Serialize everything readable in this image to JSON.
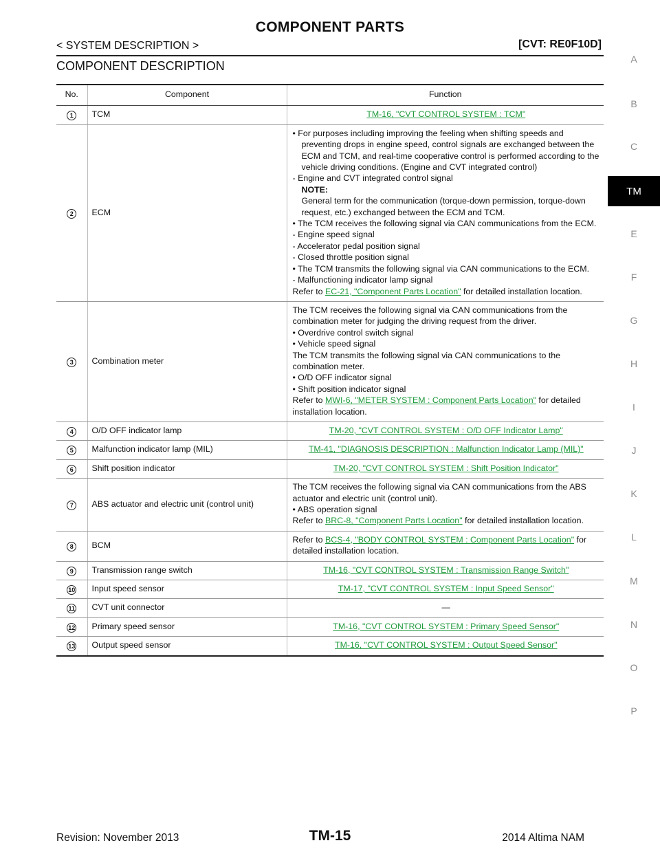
{
  "header": {
    "title": "COMPONENT PARTS",
    "section_path": "< SYSTEM DESCRIPTION >",
    "model": "[CVT: RE0F10D]"
  },
  "section_title": "COMPONENT DESCRIPTION",
  "side_index": {
    "letters": [
      "A",
      "B",
      "C",
      "TM",
      "E",
      "F",
      "G",
      "H",
      "I",
      "J",
      "K",
      "L",
      "M",
      "N",
      "O",
      "P"
    ],
    "active": "TM"
  },
  "table": {
    "headers": [
      "No.",
      "Component",
      "Function"
    ],
    "rows": [
      {
        "no": "1",
        "component": "TCM",
        "func_link": "TM-16, \"CVT CONTROL SYSTEM : TCM\""
      },
      {
        "no": "2",
        "component": "ECM",
        "lines": [
          "• For purposes including improving the feeling when shifting speeds and preventing drops in engine speed, control signals are exchanged between the ECM and TCM, and real-time cooperative control is performed according to the vehicle driving conditions. (Engine and CVT integrated control)",
          "- Engine and CVT integrated control signal",
          "NOTE:",
          "General term for the communication (torque-down permission, torque-down request, etc.) exchanged between the ECM and TCM.",
          "• The TCM receives the following signal via CAN communications from the ECM.",
          "- Engine speed signal",
          "- Accelerator pedal position signal",
          "- Closed throttle position signal",
          "• The TCM transmits the following signal via CAN communications to the ECM.",
          "- Malfunctioning indicator lamp signal"
        ],
        "refer_prefix": "Refer to ",
        "refer_link": "EC-21, \"Component  Parts  Location\"",
        "refer_suffix": " for detailed installation location."
      },
      {
        "no": "3",
        "component": "Combination meter",
        "lines": [
          "The TCM receives the following signal via CAN communications from the combination meter for judging the driving request from the driver.",
          "• Overdrive control switch signal",
          "• Vehicle speed signal",
          "The TCM transmits the following signal via CAN communications to the combination meter.",
          "• O/D OFF indicator signal",
          "• Shift position indicator signal"
        ],
        "refer_prefix": "Refer to ",
        "refer_link": "MWI-6, \"METER SYSTEM : Component Parts Location\"",
        "refer_suffix": "  for detailed installation location."
      },
      {
        "no": "4",
        "component": "O/D OFF indicator lamp",
        "func_link": "TM-20, \"CVT CONTROL SYSTEM : O/D OFF Indicator Lamp\""
      },
      {
        "no": "5",
        "component": "Malfunction indicator lamp (MIL)",
        "func_link": "TM-41, \"DIAGNOSIS DESCRIPTION : Malfunction Indicator Lamp (MIL)\""
      },
      {
        "no": "6",
        "component": "Shift position indicator",
        "func_link": "TM-20, \"CVT CONTROL SYSTEM : Shift Position Indicator\""
      },
      {
        "no": "7",
        "component": "ABS actuator and electric unit (control unit)",
        "lines": [
          "The TCM receives the following signal via CAN communications from the ABS actuator and electric unit (control unit).",
          "• ABS operation signal"
        ],
        "refer_prefix": "Refer to ",
        "refer_link": "BRC-8, \"Component Parts Location\"",
        "refer_suffix": " for detailed installation location."
      },
      {
        "no": "8",
        "component": "BCM",
        "refer_prefix": "Refer to ",
        "refer_link": "BCS-4, \"BODY CONTROL SYSTEM : Component Parts Location\"",
        "refer_suffix": " for detailed installation location."
      },
      {
        "no": "9",
        "component": "Transmission range switch",
        "func_link": "TM-16, \"CVT CONTROL SYSTEM : Transmission Range Switch\""
      },
      {
        "no": "10",
        "component": "Input speed sensor",
        "func_link": "TM-17, \"CVT CONTROL SYSTEM : Input Speed Sensor\""
      },
      {
        "no": "11",
        "component": "CVT unit connector",
        "func_text": "—"
      },
      {
        "no": "12",
        "component": "Primary speed sensor",
        "func_link": "TM-16, \"CVT CONTROL SYSTEM : Primary Speed Sensor\""
      },
      {
        "no": "13",
        "component": "Output speed sensor",
        "func_link": "TM-16, \"CVT CONTROL SYSTEM : Output Speed Sensor\""
      }
    ]
  },
  "footer": {
    "revision": "Revision: November 2013",
    "page": "TM-15",
    "vehicle": "2014 Altima NAM"
  }
}
